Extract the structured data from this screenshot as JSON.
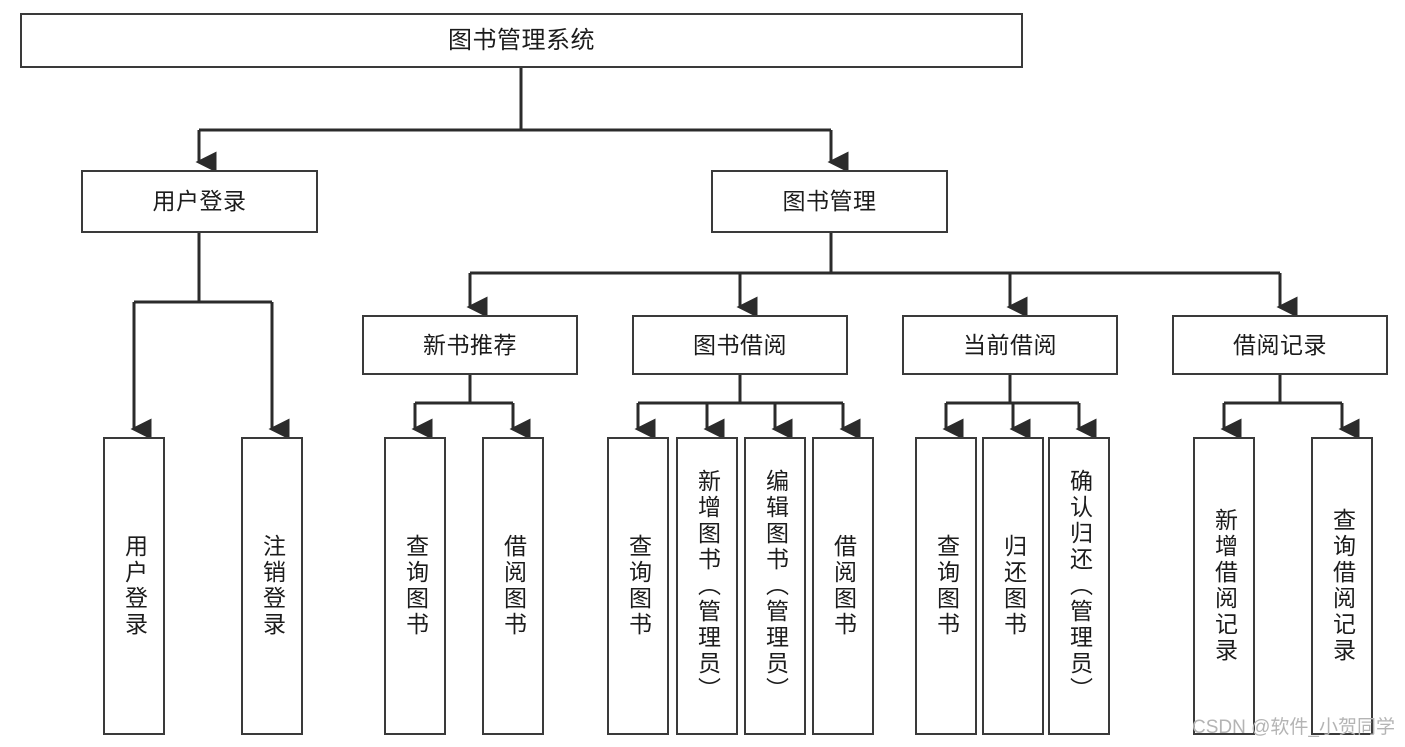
{
  "diagram": {
    "type": "tree",
    "title": "图书管理系统",
    "orientation": "top-down",
    "colors": {
      "box_border": "#3a3a3a",
      "box_fill": "#ffffff",
      "edge": "#2b2b2b",
      "text": "#1c1c1c",
      "watermark": "#b4b4b4"
    },
    "root": {
      "label": "图书管理系统"
    },
    "level2": [
      {
        "label": "用户登录"
      },
      {
        "label": "图书管理"
      }
    ],
    "level3": [
      {
        "label": "新书推荐"
      },
      {
        "label": "图书借阅"
      },
      {
        "label": "当前借阅"
      },
      {
        "label": "借阅记录"
      }
    ],
    "leaves": {
      "user_login": [
        {
          "label": "用户登录"
        },
        {
          "label": "注销登录"
        }
      ],
      "new_book_recommend": [
        {
          "label": "查询图书"
        },
        {
          "label": "借阅图书"
        }
      ],
      "book_borrow": [
        {
          "label": "查询图书"
        },
        {
          "label": "新增图书（管理员）"
        },
        {
          "label": "编辑图书（管理员）"
        },
        {
          "label": "借阅图书"
        }
      ],
      "current_borrow": [
        {
          "label": "查询图书"
        },
        {
          "label": "归还图书"
        },
        {
          "label": "确认归还（管理员）"
        }
      ],
      "borrow_record": [
        {
          "label": "新增借阅记录"
        },
        {
          "label": "查询借阅记录"
        }
      ]
    }
  },
  "watermark": {
    "text": "CSDN @软件_小贺同学"
  }
}
